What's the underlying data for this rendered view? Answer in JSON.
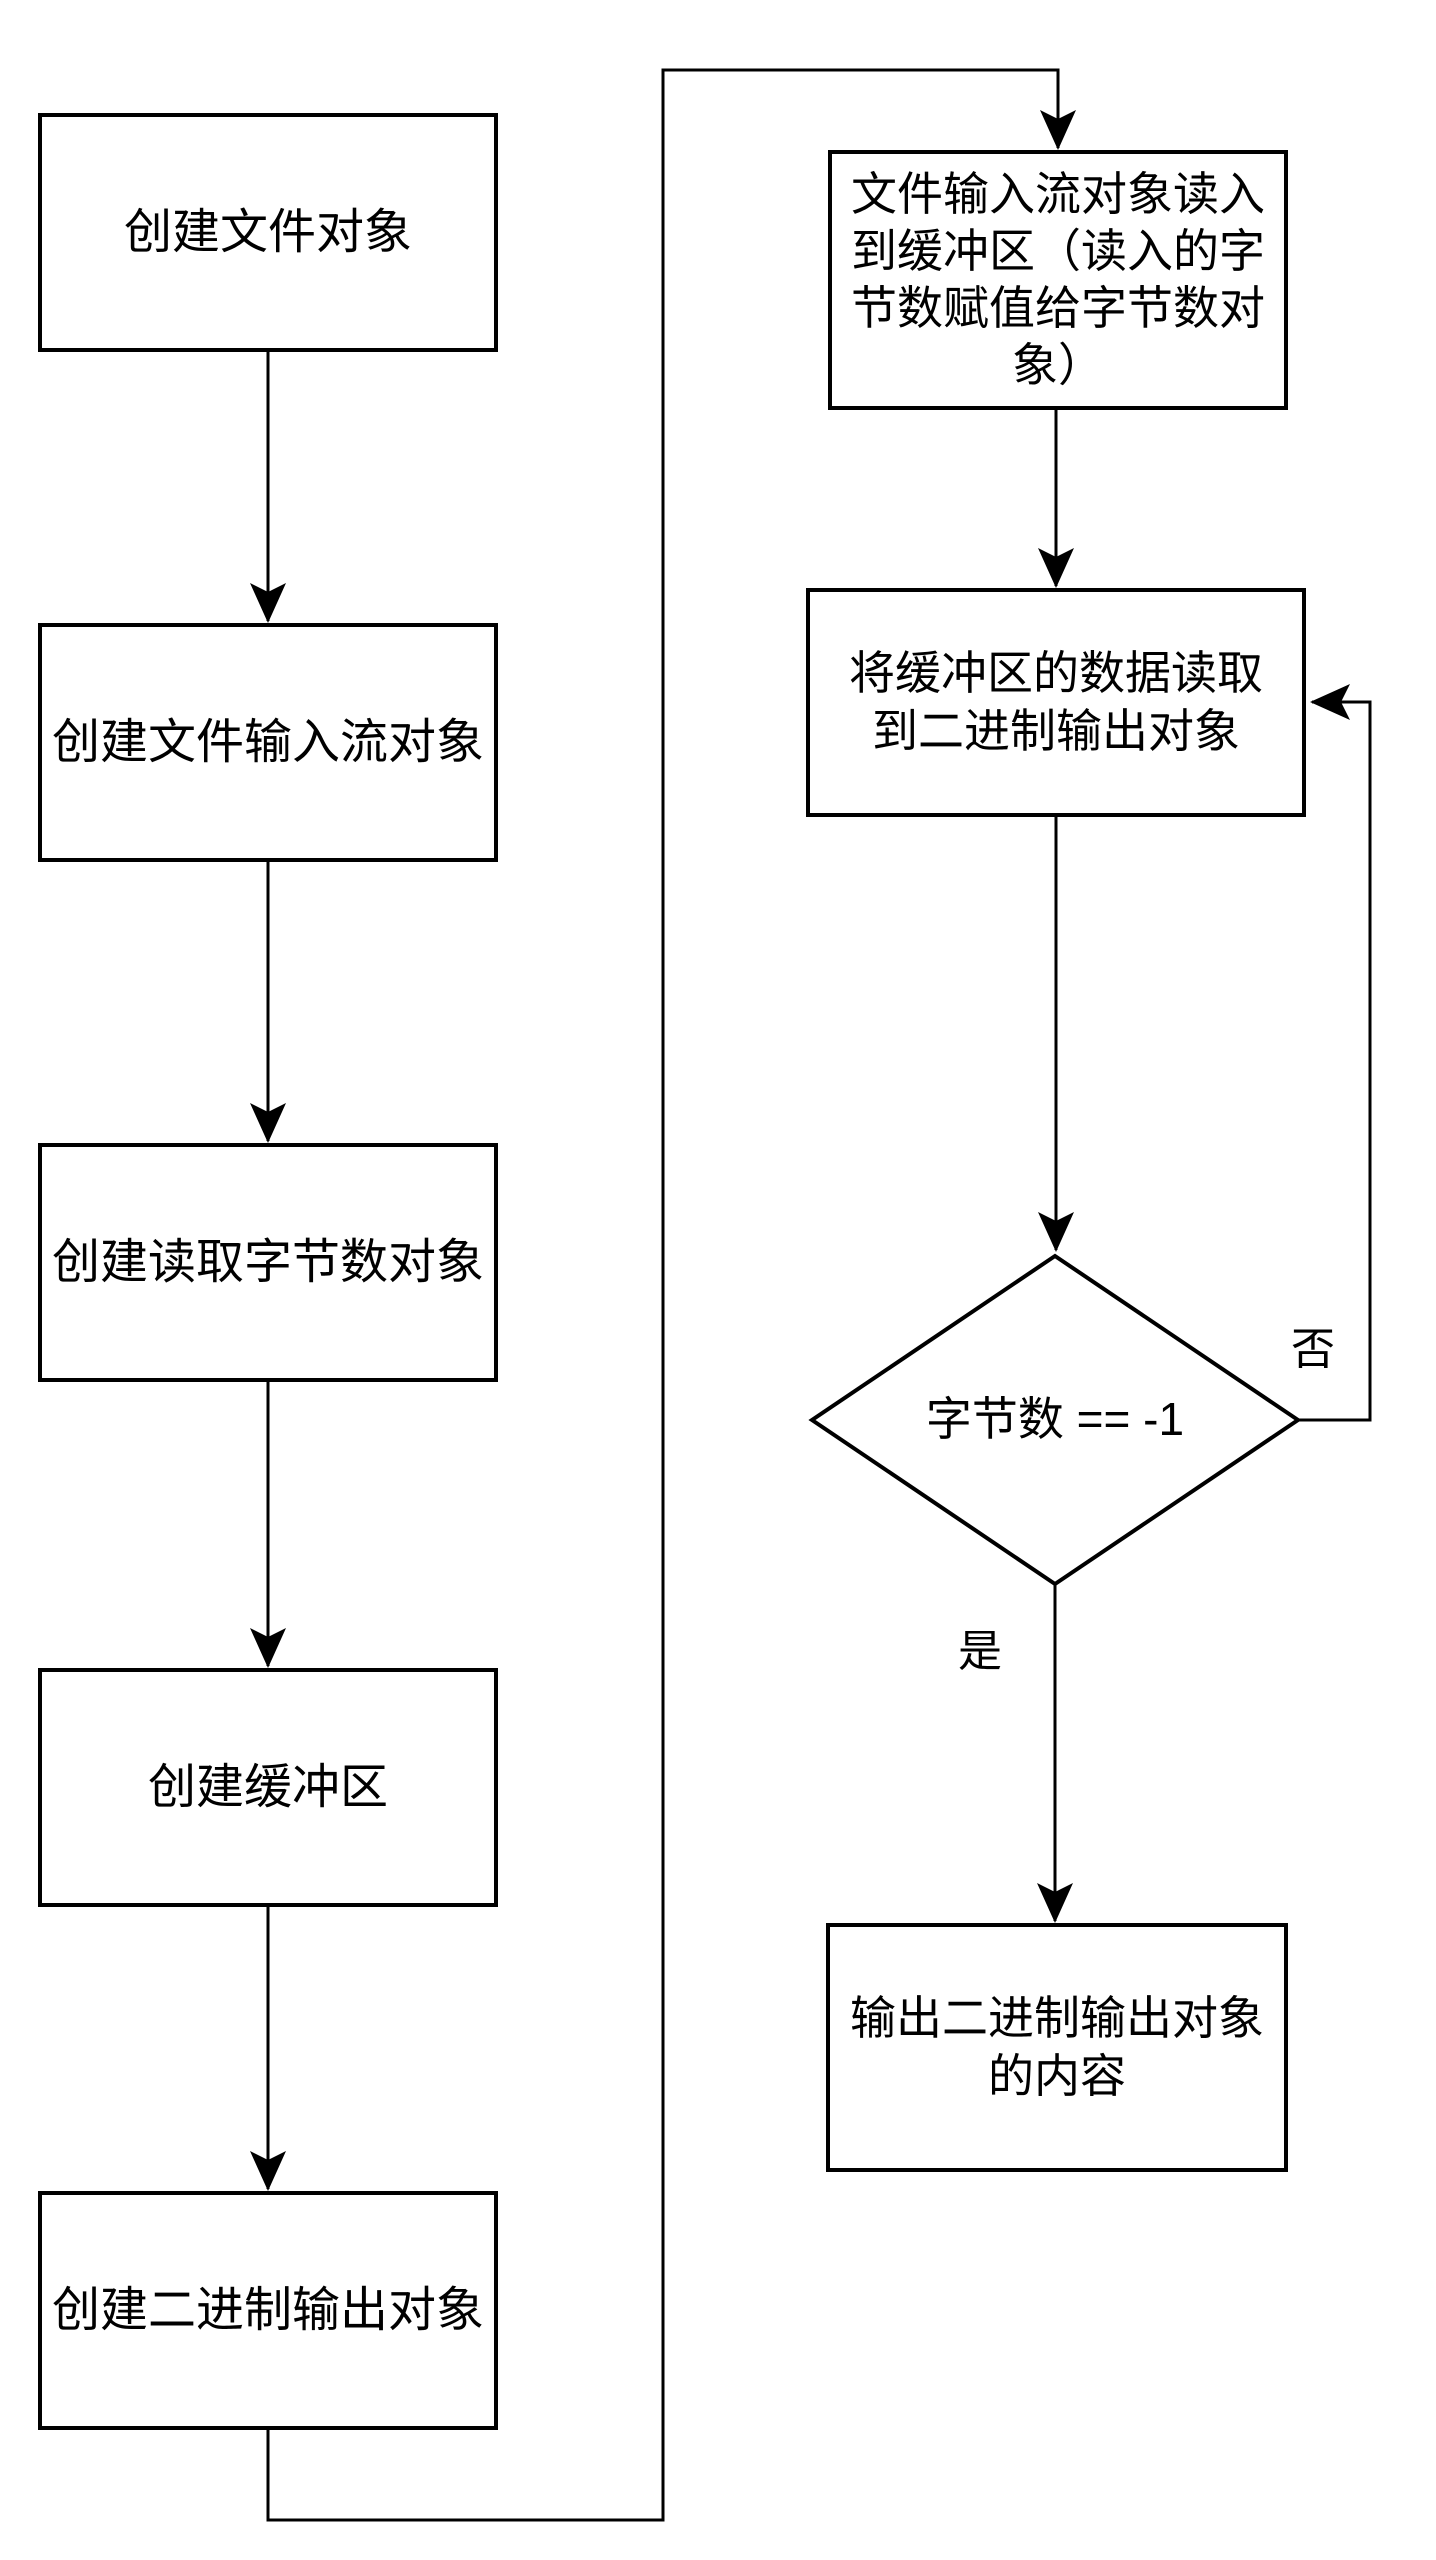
{
  "page": {
    "background": "#ffffff"
  },
  "diagram": {
    "type": "flowchart",
    "stroke_color": "#000000",
    "text_color": "#000000",
    "nodes": {
      "create_file": {
        "shape": "rect",
        "label": "创建文件对象"
      },
      "create_file_input_stream": {
        "shape": "rect",
        "label": "创建文件输入流对象"
      },
      "create_read_byte_count": {
        "shape": "rect",
        "label": "创建读取字节数对象"
      },
      "create_buffer": {
        "shape": "rect",
        "label": "创建缓冲区"
      },
      "create_binary_output": {
        "shape": "rect",
        "label": "创建二进制输出对象"
      },
      "read_stream_to_buffer": {
        "shape": "rect",
        "label": "文件输入流对象读入\n到缓冲区（读入的字\n节数赋值给字节数对\n象）"
      },
      "buffer_to_binary_output": {
        "shape": "rect",
        "label": "将缓冲区的数据读取\n到二进制输出对象"
      },
      "byte_count_check": {
        "shape": "diamond",
        "label": "字节数 == -1"
      },
      "output_binary_content": {
        "shape": "rect",
        "label": "输出二进制输出对象\n的内容"
      }
    },
    "edge_labels": {
      "no": "否",
      "yes": "是"
    }
  }
}
